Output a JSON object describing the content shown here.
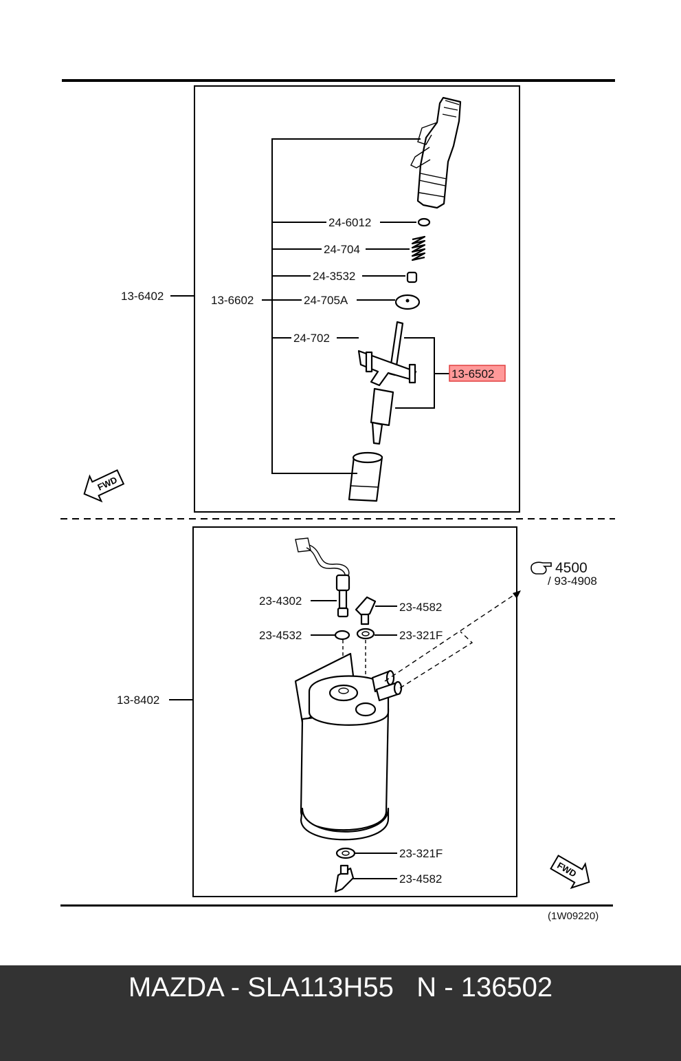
{
  "labels": {
    "l_24_6012": "24-6012",
    "l_24_704": "24-704",
    "l_24_3532": "24-3532",
    "l_13_6402": "13-6402",
    "l_13_6602": "13-6602",
    "l_24_705a": "24-705A",
    "l_24_702": "24-702",
    "l_13_6502": "13-6502",
    "l_fwd_top": "FWD",
    "l_4500": "4500",
    "l_93_4908": "/ 93-4908",
    "l_23_4302": "23-4302",
    "l_23_4582_a": "23-4582",
    "l_23_4532": "23-4532",
    "l_23_321f_a": "23-321F",
    "l_13_8402": "13-8402",
    "l_23_321f_b": "23-321F",
    "l_23_4582_b": "23-4582",
    "l_fwd_bottom": "FWD",
    "l_code": "(1W09220)"
  },
  "highlight_color": "#ff9999",
  "footer": {
    "text": "MAZDA - SLA113H55   N - 136502"
  }
}
